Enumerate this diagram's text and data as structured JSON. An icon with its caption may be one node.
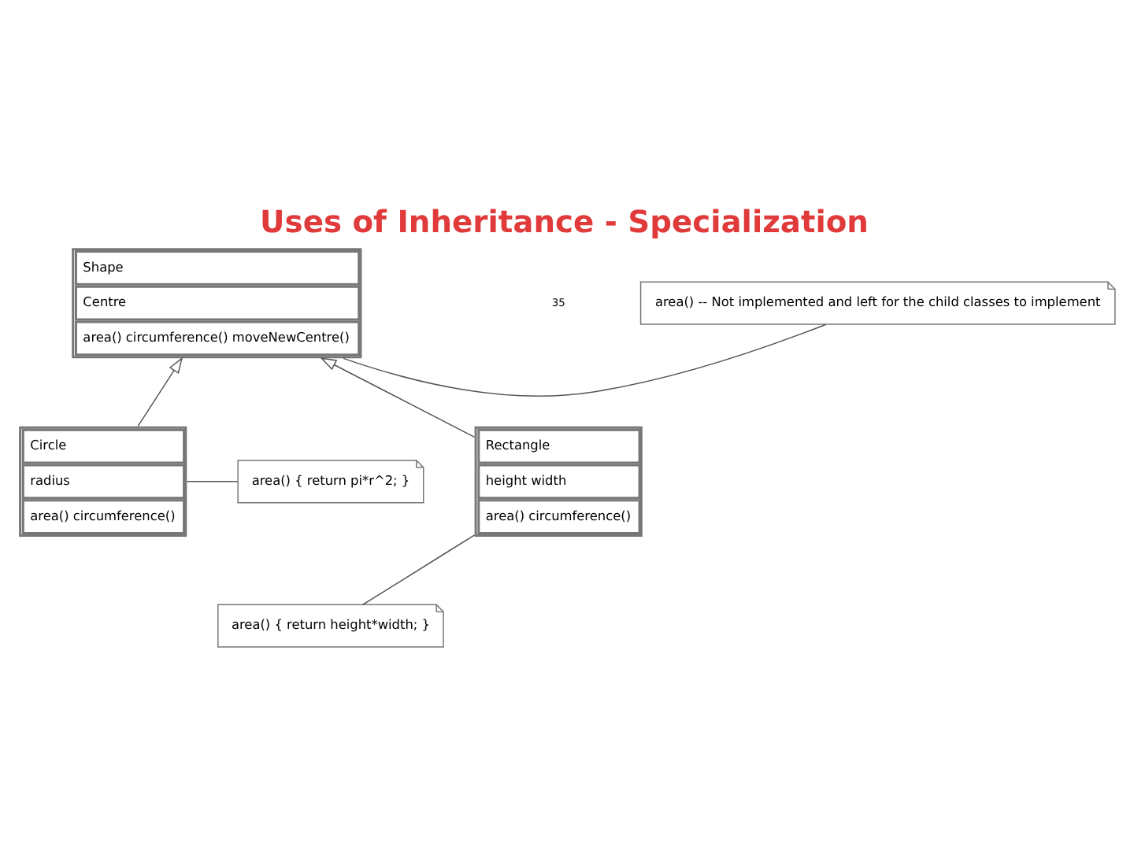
{
  "diagram": {
    "title": "Uses of Inheritance - Specialization",
    "nodes": [
      {
        "text": [
          "Shape",
          "Centre",
          "area() circumference() moveNewCentre()"
        ]
      },
      {
        "text": [
          "area() -- Not implemented and left for the child classes to implement"
        ]
      },
      {
        "text": [
          "Circle",
          "radius",
          "area() circumference()"
        ]
      },
      {
        "text": [
          "area() { return pi*r^2; }"
        ]
      },
      {
        "text": [
          "Rectangle",
          "height width",
          "area() circumference()"
        ]
      },
      {
        "text": [
          "area() { return height*width; }"
        ]
      }
    ],
    "edges": [
      {
        "from": 2,
        "to": 0,
        "arrow": "to"
      },
      {
        "from": 4,
        "to": 0,
        "arrow": "to"
      },
      {
        "from": 1,
        "to": 0,
        "arrow": "none"
      },
      {
        "from": 3,
        "to": 2,
        "arrow": "none"
      },
      {
        "from": 5,
        "to": 4,
        "arrow": "none"
      }
    ],
    "labels": [
      "35"
    ]
  }
}
